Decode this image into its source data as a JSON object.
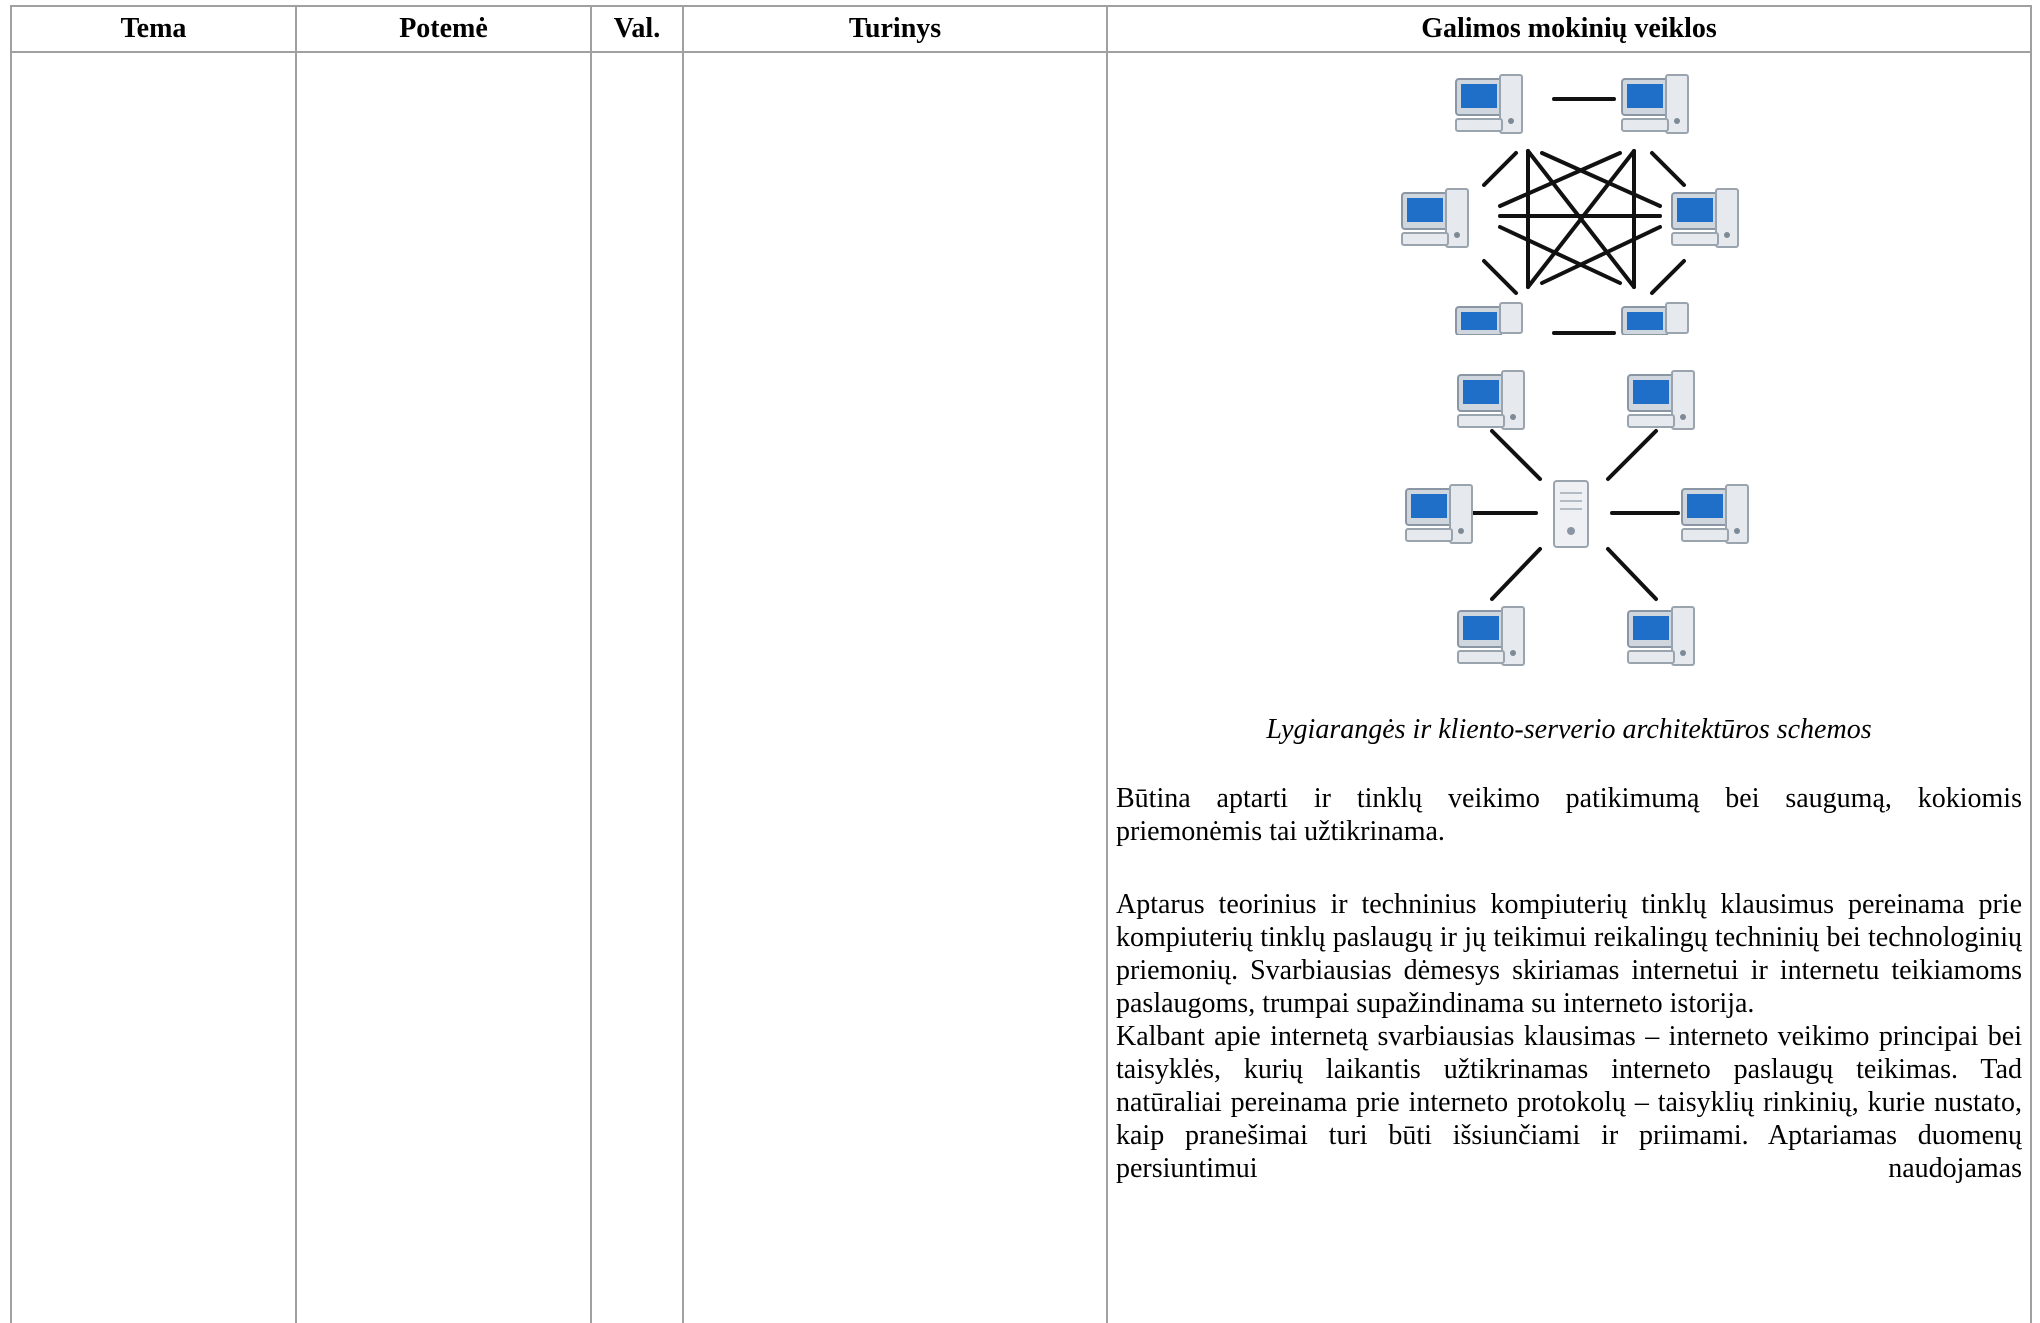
{
  "table": {
    "headers": {
      "tema": "Tema",
      "potema": "Potemė",
      "val": "Val.",
      "turinys": "Turinys",
      "veiklos": "Galimos mokinių veiklos"
    }
  },
  "activities": {
    "figure_peer_to_peer": {
      "icon": "desktop-computer-icon",
      "node_count": 6,
      "topology": "mesh"
    },
    "figure_client_server": {
      "icon": "desktop-computer-icon",
      "node_count": 6,
      "server_icon": "server-tower-icon",
      "topology": "star"
    },
    "caption": "Lygiarangės ir kliento-serverio architektūros schemos",
    "paragraph_1": "Būtina aptarti ir tinklų veikimo patikimumą bei saugumą, kokiomis priemonėmis tai užtikrinama.",
    "paragraph_2": "Aptarus teorinius ir techninius kompiuterių tinklų klausimus pereinama prie kompiuterių tinklų paslaugų ir jų teikimui reikalingų techninių bei technologinių priemonių. Svarbiausias dėmesys skiriamas internetui ir internetu teikiamoms paslaugoms, trumpai supažindinama su interneto istorija.",
    "paragraph_3": "Kalbant apie internetą svarbiausias klausimas – interneto veikimo principai bei taisyklės, kurių laikantis užtikrinamas interneto paslaugų teikimas. Tad natūraliai pereinama prie interneto protokolų – taisyklių rinkinių, kurie nustato, kaip pranešimai turi būti išsiunčiami ir priimami. Aptariamas duomenų persiuntimui naudojamas"
  },
  "colors": {
    "border": "#a0a0a0",
    "screen_blue": "#1f6fc8",
    "case_gray": "#d9dde2"
  }
}
